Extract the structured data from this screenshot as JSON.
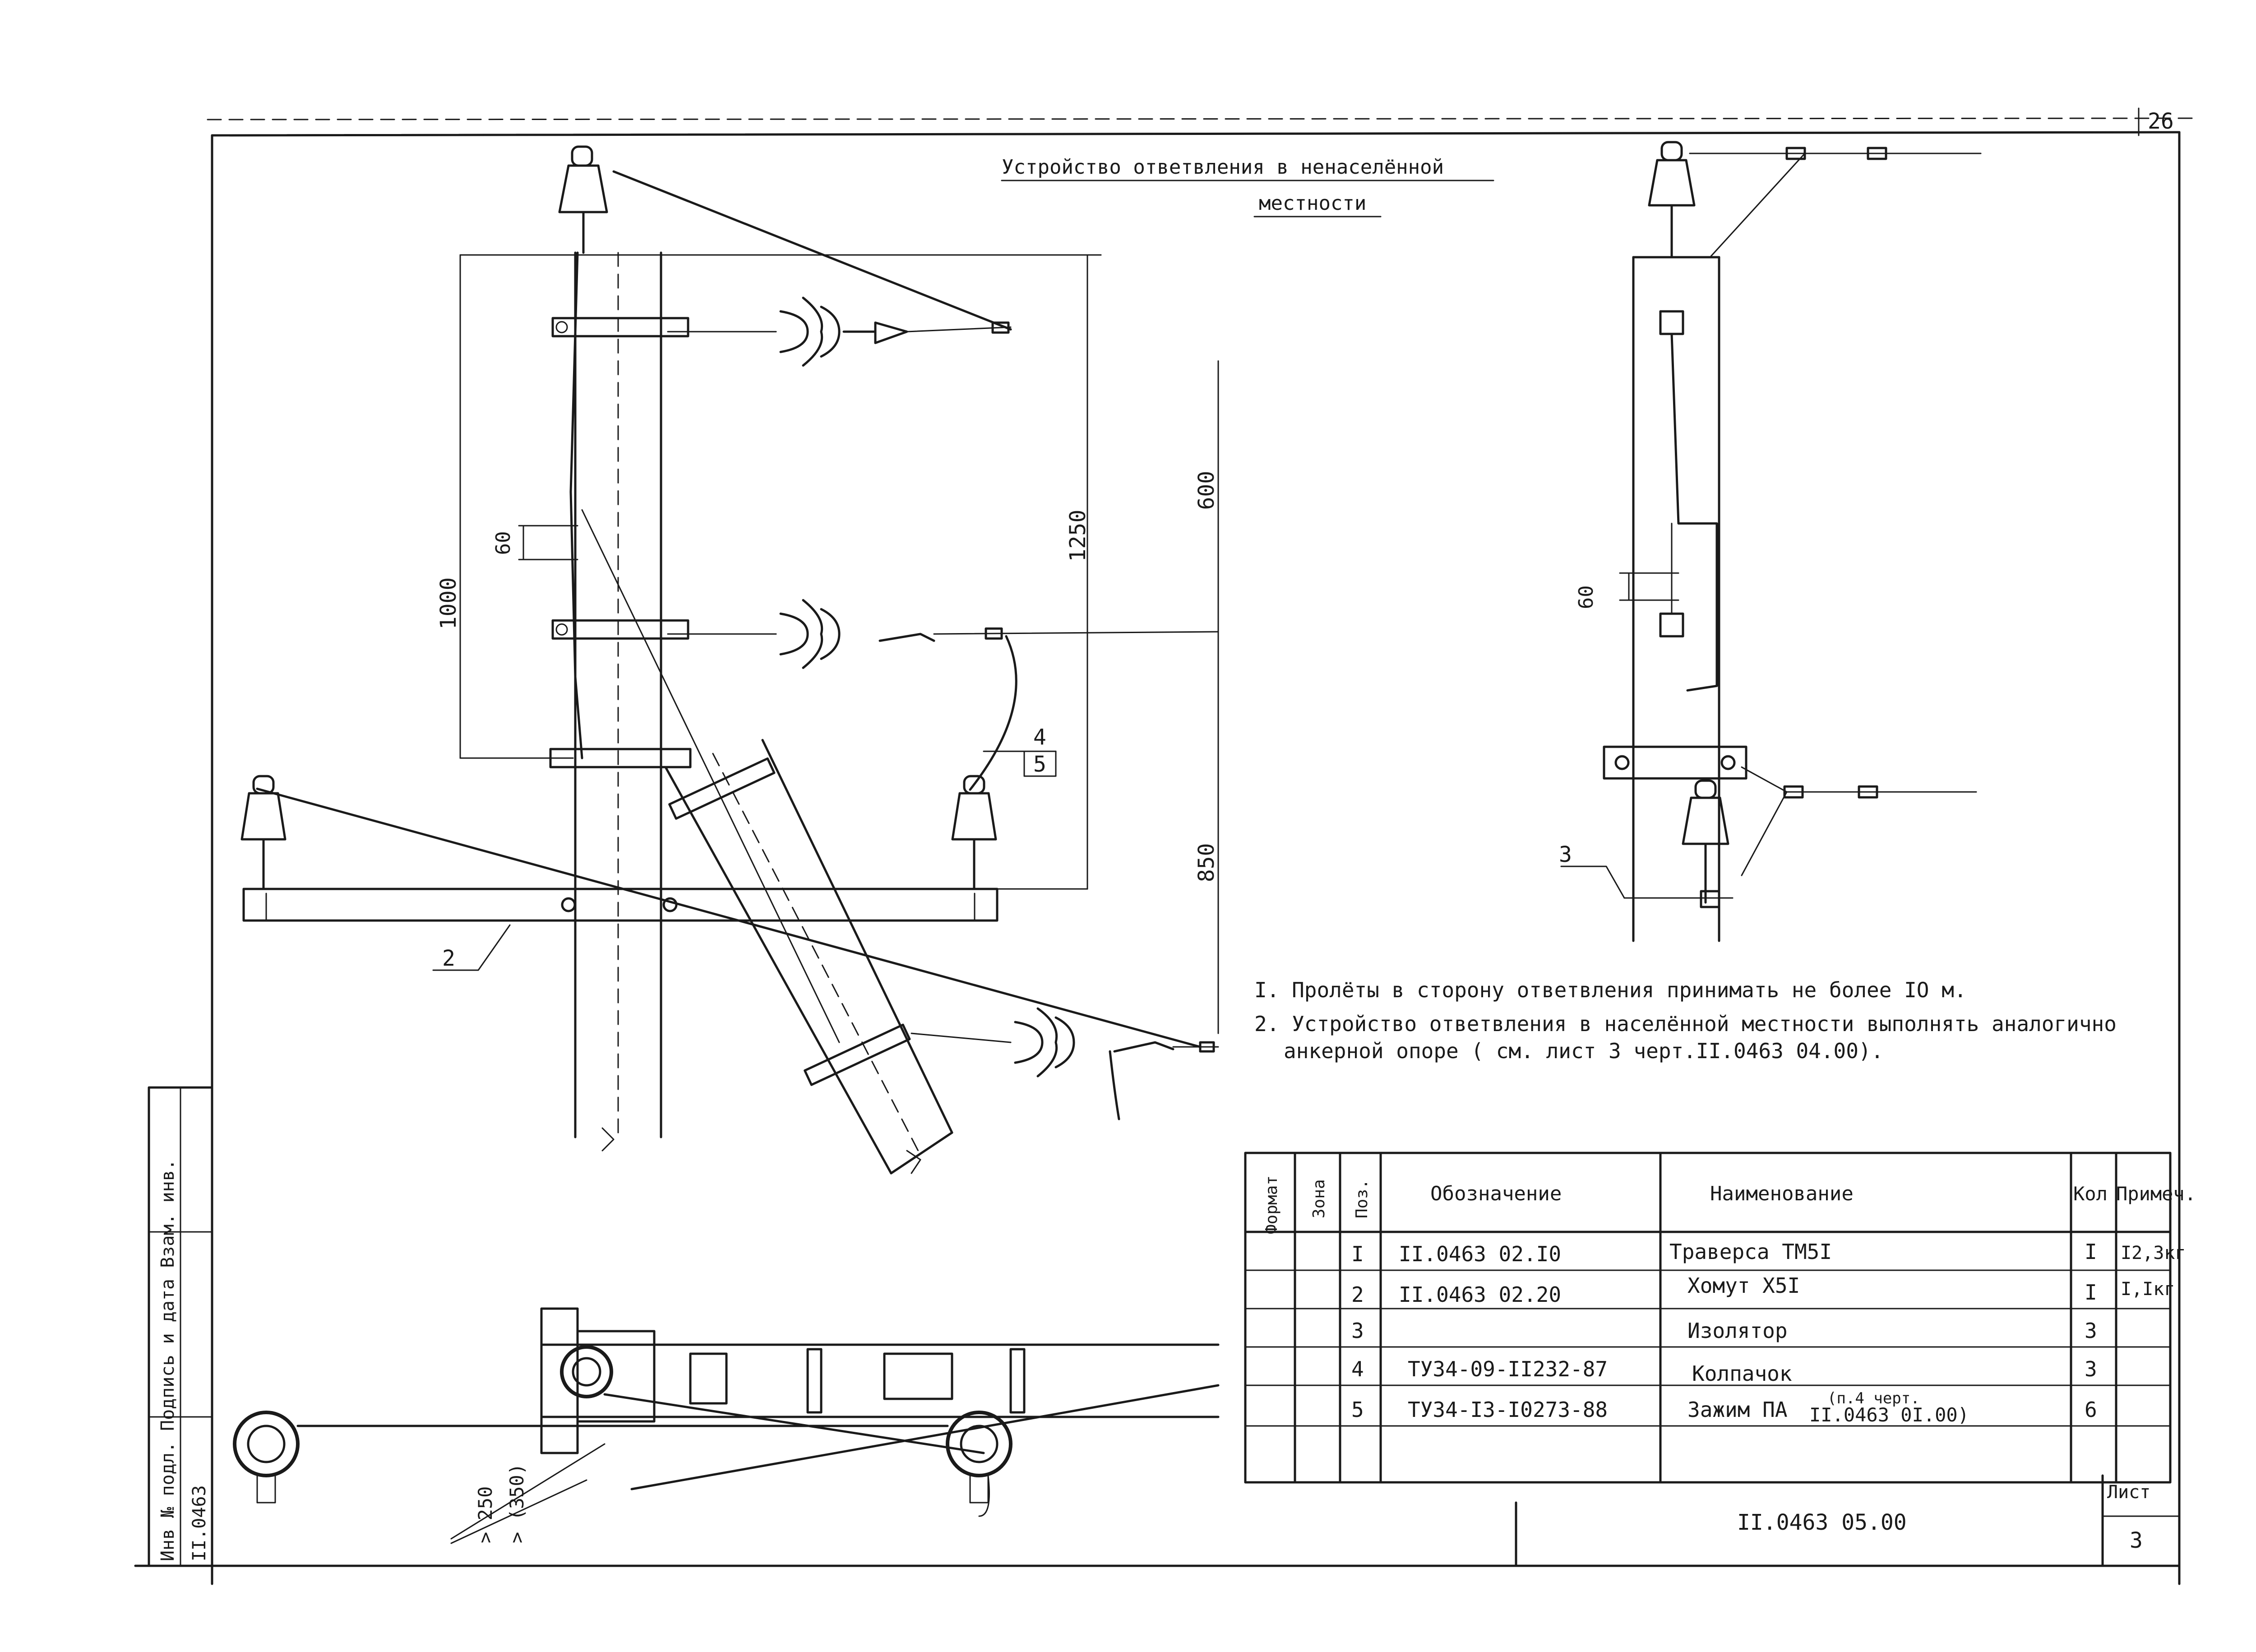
{
  "sheet": {
    "top_number": "26",
    "title_line1": "Устройство ответвления в ненаселённой",
    "title_line2": "местности"
  },
  "dimensions": {
    "d1000": "1000",
    "d1250": "1250",
    "d600": "600",
    "d850": "850",
    "d60_front": "60",
    "d60_side": "60",
    "d250": "> 250",
    "d350": "> (350)"
  },
  "callouts": {
    "c2": "2",
    "c3": "3",
    "c4": "4",
    "c5": "5"
  },
  "notes": [
    "I. Пролёты в сторону ответвления принимать не более IO м.",
    "2. Устройство ответвления в населённой местности  выполнять аналогично",
    "анкерной опоре ( см. лист 3 черт.II.0463 04.00)."
  ],
  "spec_table": {
    "headers": {
      "format": "Формат",
      "zone": "Зона",
      "pos": "Поз.",
      "designation": "Обозначение",
      "name": "Наименование",
      "qty": "Кол",
      "note": "Примеч."
    },
    "rows": [
      {
        "pos": "I",
        "designation": "II.0463  02.I0",
        "name": "Траверса ТМ5I",
        "qty": "I",
        "note": "I2,3кг"
      },
      {
        "pos": "2",
        "designation": "II.0463  02.20",
        "name": "Хомут Х5I",
        "qty": "I",
        "note": "I,Iкг"
      },
      {
        "pos": "3",
        "designation": "",
        "name": "Изолятор",
        "qty": "3",
        "note": ""
      },
      {
        "pos": "4",
        "designation": "ТУ34-09-II232-87",
        "name": "Колпачок",
        "qty": "3",
        "note": ""
      },
      {
        "pos": "5",
        "designation": "ТУ34-I3-I0273-88",
        "name": "Зажим ПА",
        "qty": "6",
        "note": ""
      }
    ],
    "row5_ref_top": "(п.4 черт.",
    "row5_ref_bottom": "II.0463 0I.00)"
  },
  "title_block": {
    "doc_number": "II.0463 05.00",
    "sheet_label": "Лист",
    "sheet_number": "3"
  },
  "side_stamp": {
    "line1": "Инв № подл. Подпись и дата Взам. инв.",
    "line2": "II.0463"
  }
}
